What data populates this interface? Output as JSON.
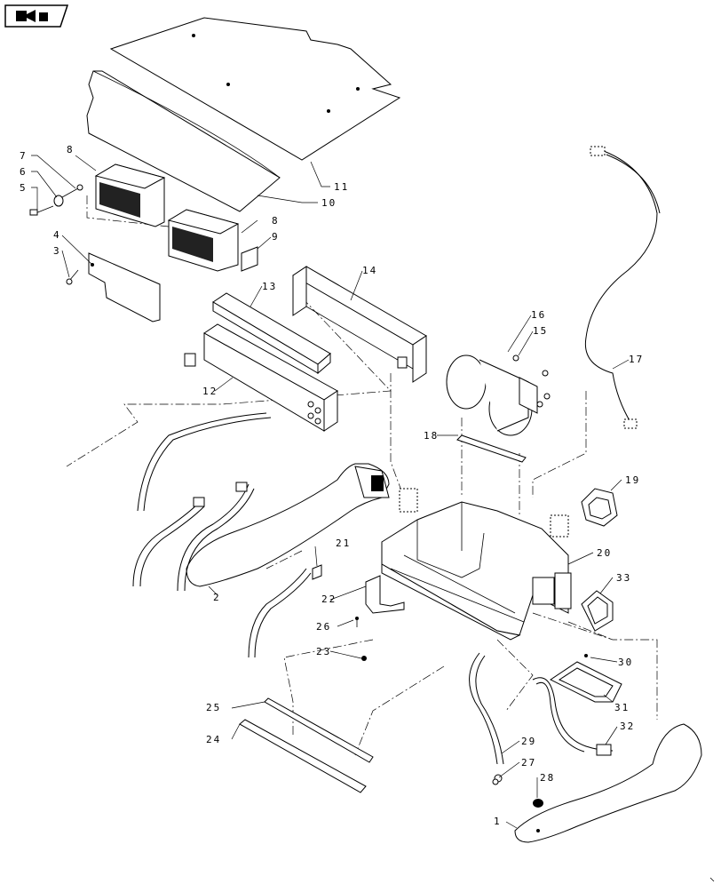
{
  "nav_button": {
    "icon": "return-arrow-icon"
  },
  "callouts": {
    "c1": "1",
    "c2": "2",
    "c3": "3",
    "c4": "4",
    "c5": "5",
    "c6": "6",
    "c7": "7",
    "c8a": "8",
    "c8b": "8",
    "c9": "9",
    "c10": "10",
    "c11": "11",
    "c12": "12",
    "c13": "13",
    "c14": "14",
    "c15": "15",
    "c16": "16",
    "c17": "17",
    "c18": "18",
    "c19": "19",
    "c20": "20",
    "c21": "21",
    "c22": "22",
    "c23": "23",
    "c24": "24",
    "c25": "25",
    "c26": "26",
    "c27": "27",
    "c28": "28",
    "c29": "29",
    "c30": "30",
    "c31": "31",
    "c32": "32",
    "c33": "33"
  }
}
